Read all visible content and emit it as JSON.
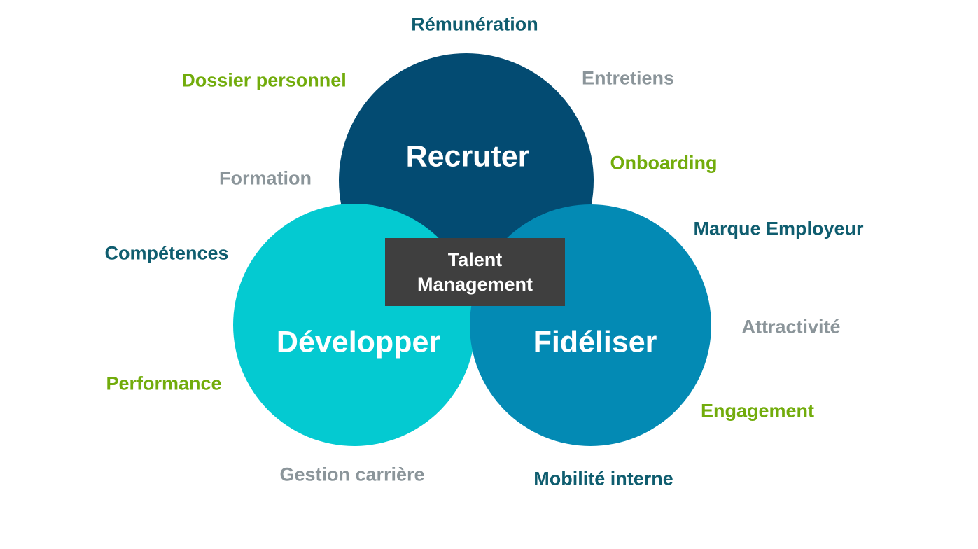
{
  "diagram": {
    "type": "venn",
    "center_box": {
      "line1": "Talent",
      "line2": "Management",
      "bg_color": "#3f3f3f",
      "text_color": "#ffffff"
    },
    "circles": [
      {
        "id": "recruter",
        "label": "Recruter",
        "color": "#034b72"
      },
      {
        "id": "developper",
        "label": "Développer",
        "color": "#04cad1"
      },
      {
        "id": "fideliser",
        "label": "Fidéliser",
        "color": "#038ab4"
      }
    ],
    "circle_text_color": "#ffffff",
    "satellites": [
      {
        "id": "remuneration",
        "text": "Rémunération",
        "color": "#0f5d6f"
      },
      {
        "id": "dossier-personnel",
        "text": "Dossier personnel",
        "color": "#72ac0c"
      },
      {
        "id": "entretiens",
        "text": "Entretiens",
        "color": "#8b959a"
      },
      {
        "id": "formation",
        "text": "Formation",
        "color": "#8b959a"
      },
      {
        "id": "onboarding",
        "text": "Onboarding",
        "color": "#72ac0c"
      },
      {
        "id": "competences",
        "text": "Compétences",
        "color": "#0f5d6f"
      },
      {
        "id": "marque-employeur",
        "text": "Marque Employeur",
        "color": "#0f5d6f"
      },
      {
        "id": "attractivite",
        "text": "Attractivité",
        "color": "#8b959a"
      },
      {
        "id": "performance",
        "text": "Performance",
        "color": "#72ac0c"
      },
      {
        "id": "engagement",
        "text": "Engagement",
        "color": "#72ac0c"
      },
      {
        "id": "gestion-carriere",
        "text": "Gestion carrière",
        "color": "#8b959a"
      },
      {
        "id": "mobilite-interne",
        "text": "Mobilité interne",
        "color": "#0f5d6f"
      }
    ]
  }
}
